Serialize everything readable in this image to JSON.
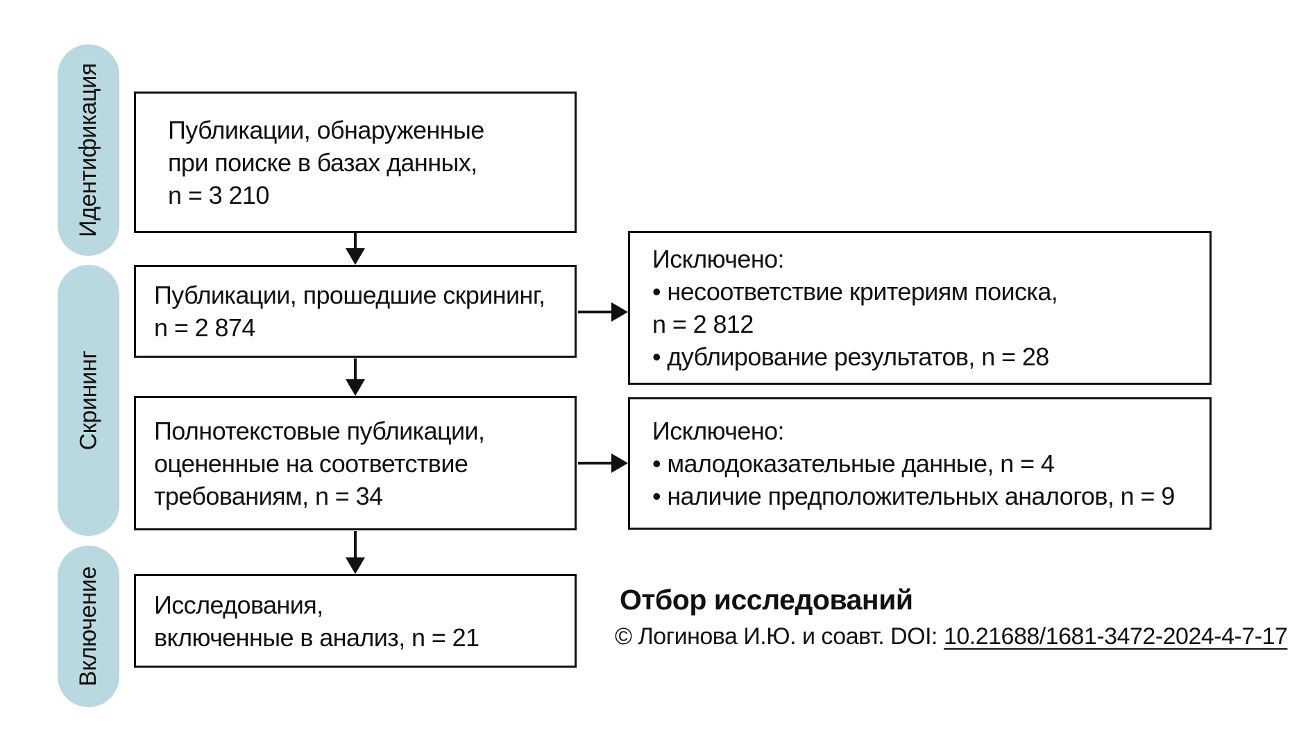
{
  "figure": {
    "stages": [
      {
        "label": "Идентификация"
      },
      {
        "label": "Скрининг"
      },
      {
        "label": "Включение"
      }
    ],
    "flow_boxes": [
      {
        "lines": [
          "Публикации, обнаруженные",
          "при поиске в базах данных,",
          "n = 3 210"
        ]
      },
      {
        "lines": [
          "Публикации, прошедшие скрининг,",
          "n = 2 874"
        ]
      },
      {
        "lines": [
          "Полнотекстовые публикации,",
          "оцененные на соответствие",
          "требованиям, n = 34"
        ]
      },
      {
        "lines": [
          "Исследования,",
          "включенные в анализ, n = 21"
        ]
      }
    ],
    "exclusion_boxes": [
      {
        "lines": [
          "Исключено:",
          "• несоответствие критериям поиска,",
          "n = 2 812",
          "• дублирование результатов, n = 28"
        ]
      },
      {
        "lines": [
          "Исключено:",
          "• малодоказательные данные, n = 4",
          "• наличие предположительных аналогов, n = 9"
        ]
      }
    ],
    "caption": {
      "title": "Отбор исследований",
      "credit": "© Логинова И.Ю. и соавт. DOI:",
      "doi": "10.21688/1681-3472-2024-4-7-17"
    },
    "colors": {
      "stage_pill": "#b9d8e0",
      "line": "#111111",
      "background": "#ffffff"
    }
  }
}
